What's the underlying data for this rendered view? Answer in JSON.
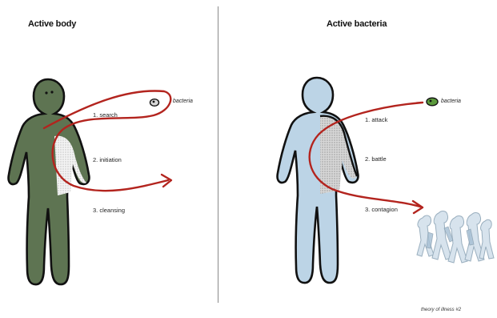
{
  "left_panel": {
    "title": "Active body",
    "bacteria_label": "bacteria",
    "steps": [
      "1. search",
      "2. initiation",
      "3. cleansing"
    ],
    "body_color": "#5e7452",
    "arrow_color": "#b3241e"
  },
  "right_panel": {
    "title": "Active bacteria",
    "bacteria_label": "bacteria",
    "steps": [
      "1. attack",
      "2. battle",
      "3. contagion"
    ],
    "body_color": "#bcd4e6",
    "bacteria_color": "#5b9a3c",
    "arrow_color": "#b3241e"
  },
  "caption": "theory of illness #2"
}
